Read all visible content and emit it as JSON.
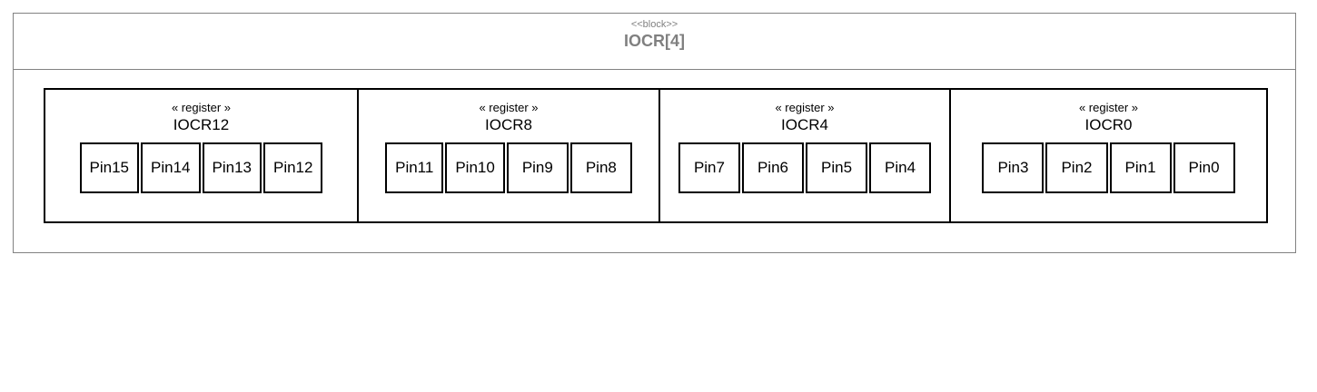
{
  "block": {
    "stereotype": "<<block>>",
    "title": "IOCR[4]",
    "stereotype_color": "#808080",
    "title_color": "#808080",
    "border_color": "#828282"
  },
  "registers": [
    {
      "stereotype": "« register »",
      "name": "IOCR12",
      "pins": [
        {
          "label": "Pin15"
        },
        {
          "label": "Pin14"
        },
        {
          "label": "Pin13"
        },
        {
          "label": "Pin12"
        }
      ]
    },
    {
      "stereotype": "« register »",
      "name": "IOCR8",
      "pins": [
        {
          "label": "Pin11"
        },
        {
          "label": "Pin10"
        },
        {
          "label": "Pin9"
        },
        {
          "label": "Pin8"
        }
      ]
    },
    {
      "stereotype": "« register »",
      "name": "IOCR4",
      "pins": [
        {
          "label": "Pin7"
        },
        {
          "label": "Pin6"
        },
        {
          "label": "Pin5"
        },
        {
          "label": "Pin4"
        }
      ]
    },
    {
      "stereotype": "« register »",
      "name": "IOCR0",
      "pins": [
        {
          "label": "Pin3"
        },
        {
          "label": "Pin2"
        },
        {
          "label": "Pin1"
        },
        {
          "label": "Pin0"
        }
      ]
    }
  ]
}
